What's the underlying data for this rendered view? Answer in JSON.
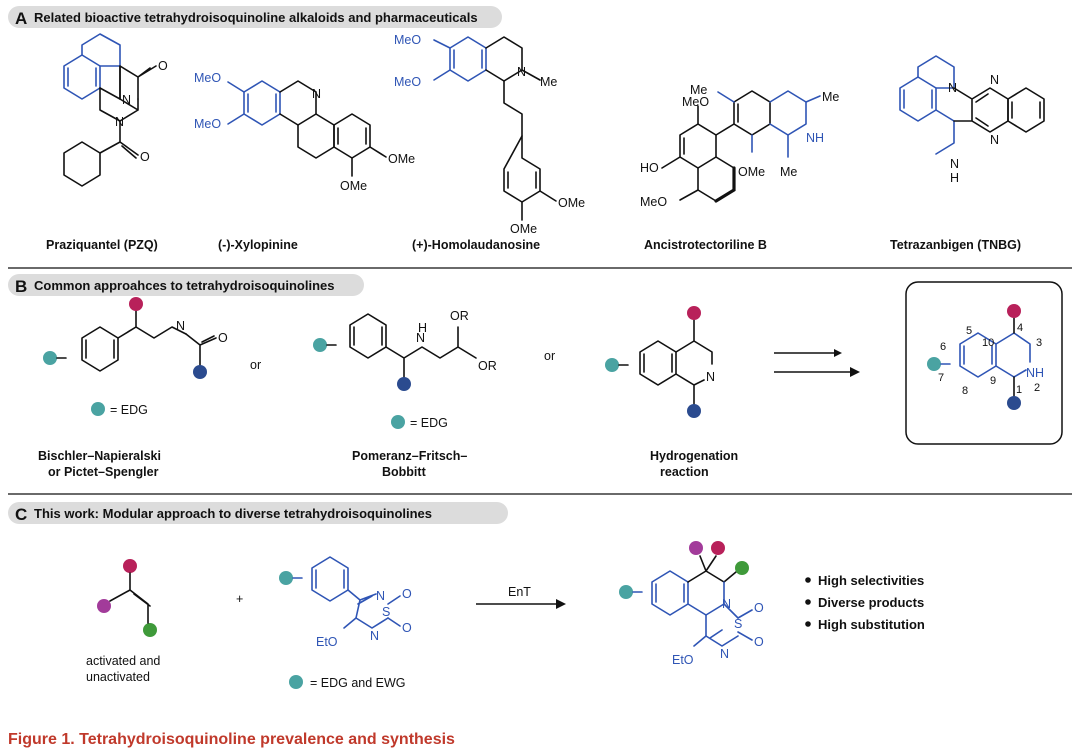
{
  "panel_a": {
    "letter": "A",
    "title": "Related bioactive tetrahydroisoquinoline alkaloids and pharmaceuticals",
    "compounds": [
      {
        "name": "Praziquantel (PZQ)",
        "labels": [
          "N",
          "N",
          "O",
          "O"
        ]
      },
      {
        "name": "(-)-Xylopinine",
        "labels": [
          "MeO",
          "MeO",
          "N",
          "OMe",
          "OMe"
        ]
      },
      {
        "name": "(+)-Homolaudanosine",
        "labels": [
          "MeO",
          "MeO",
          "N",
          "Me",
          "OMe",
          "OMe"
        ]
      },
      {
        "name": "Ancistrotectoriline B",
        "labels": [
          "MeO",
          "Me",
          "HO",
          "MeO",
          "OMe",
          "NH",
          "Me",
          "Me"
        ]
      },
      {
        "name": "Tetrazanbigen (TNBG)",
        "labels": [
          "N",
          "N",
          "N",
          "N",
          "H"
        ]
      }
    ]
  },
  "panel_b": {
    "letter": "B",
    "title": "Common approahces to tetrahydroisoquinolines",
    "or_label": "or",
    "edg_label": "= EDG",
    "methods": [
      {
        "line1": "Bischler–Napieralski",
        "line2": "or Pictet–Spengler"
      },
      {
        "line1": "Pomeranz–Fritsch–",
        "line2": "Bobbitt"
      },
      {
        "line1": "Hydrogenation",
        "line2": "reaction"
      }
    ],
    "atoms": {
      "n": "N",
      "o": "O",
      "h": "H",
      "or": "OR",
      "nh": "NH"
    },
    "numbering": [
      "1",
      "2",
      "3",
      "4",
      "5",
      "6",
      "7",
      "8",
      "9",
      "10"
    ]
  },
  "panel_c": {
    "letter": "C",
    "title": "This work: Modular approach to diverse tetrahydroisoquinolines",
    "plus": "+",
    "arrow_label": "EnT",
    "alkene_caption": [
      "activated and",
      "unactivated"
    ],
    "legend": "= EDG and EWG",
    "atoms": {
      "n": "N",
      "s": "S",
      "o": "O",
      "eto": "EtO"
    },
    "bullets": [
      "High selectivities",
      "Diverse products",
      "High substitution"
    ]
  },
  "caption": "Figure 1.  Tetrahydroisoquinoline prevalence and synthesis",
  "colors": {
    "teal": "#4aa3a2",
    "crimson": "#b8215a",
    "navy": "#2b4b8f",
    "magenta": "#a23b9a",
    "green": "#3f9a3a",
    "blue_bond": "#2f55b5",
    "caption_red": "#c0392b",
    "pill_gray": "#dcdcdc"
  }
}
